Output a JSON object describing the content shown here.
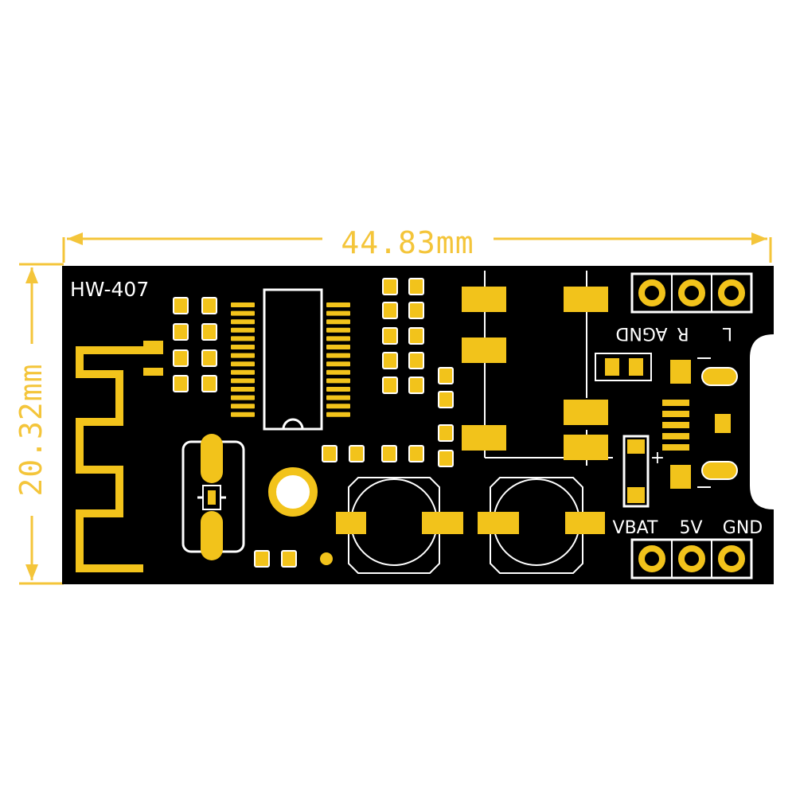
{
  "board": {
    "model_label": "HW-407",
    "width_label": "44.83mm",
    "height_label": "20.32mm",
    "colors": {
      "substrate": "#000000",
      "pad": "#f2c31b",
      "silkscreen": "#ffffff",
      "dimension": "#f4c53a"
    }
  },
  "top_header": {
    "pins": [
      {
        "label": "AGND"
      },
      {
        "label": "R"
      },
      {
        "label": "L"
      }
    ]
  },
  "bottom_header": {
    "pins": [
      {
        "label": "VBAT"
      },
      {
        "label": "5V"
      },
      {
        "label": "GND"
      }
    ]
  },
  "markings": {
    "plus_sign": "+"
  }
}
